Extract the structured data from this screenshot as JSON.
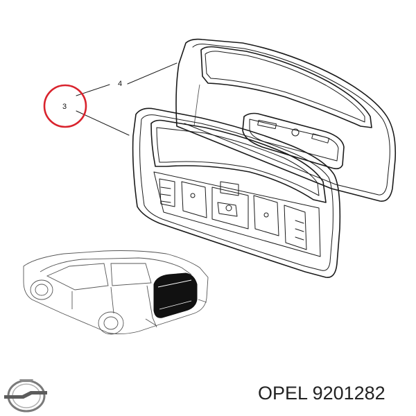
{
  "callouts": {
    "part_3": "3",
    "part_4": "4"
  },
  "caption": {
    "brand": "OPEL",
    "part_number": "9201282"
  },
  "colors": {
    "highlight_circle": "#d9232d",
    "line_art": "#1a1a1a",
    "window_fill": "#111111"
  },
  "logo": {
    "icon": "opel-blitz-logo"
  }
}
